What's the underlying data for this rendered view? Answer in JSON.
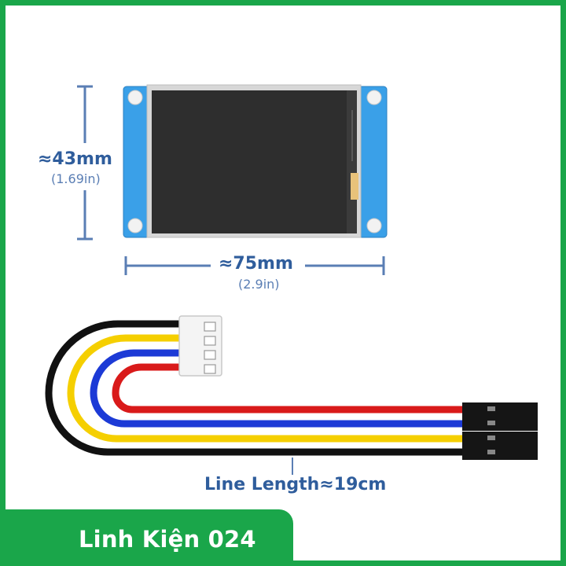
{
  "dimensions": {
    "height_label": "≈43mm",
    "height_sub": "(1.69in)",
    "width_label": "≈75mm",
    "width_sub": "(2.9in)"
  },
  "cable": {
    "length_label": "Line Length≈19cm",
    "wire_colors": [
      "#111111",
      "#f5cf00",
      "#1c3ad6",
      "#d91a1a"
    ]
  },
  "brand": {
    "name": "Linh Kiện 024",
    "color": "#1aa64a",
    "logo_icon": "chip-circuit-icon"
  },
  "colors": {
    "dimension_text": "#2f5d9c",
    "pcb": "#3aa0e8",
    "screen": "#2e2e2e"
  }
}
